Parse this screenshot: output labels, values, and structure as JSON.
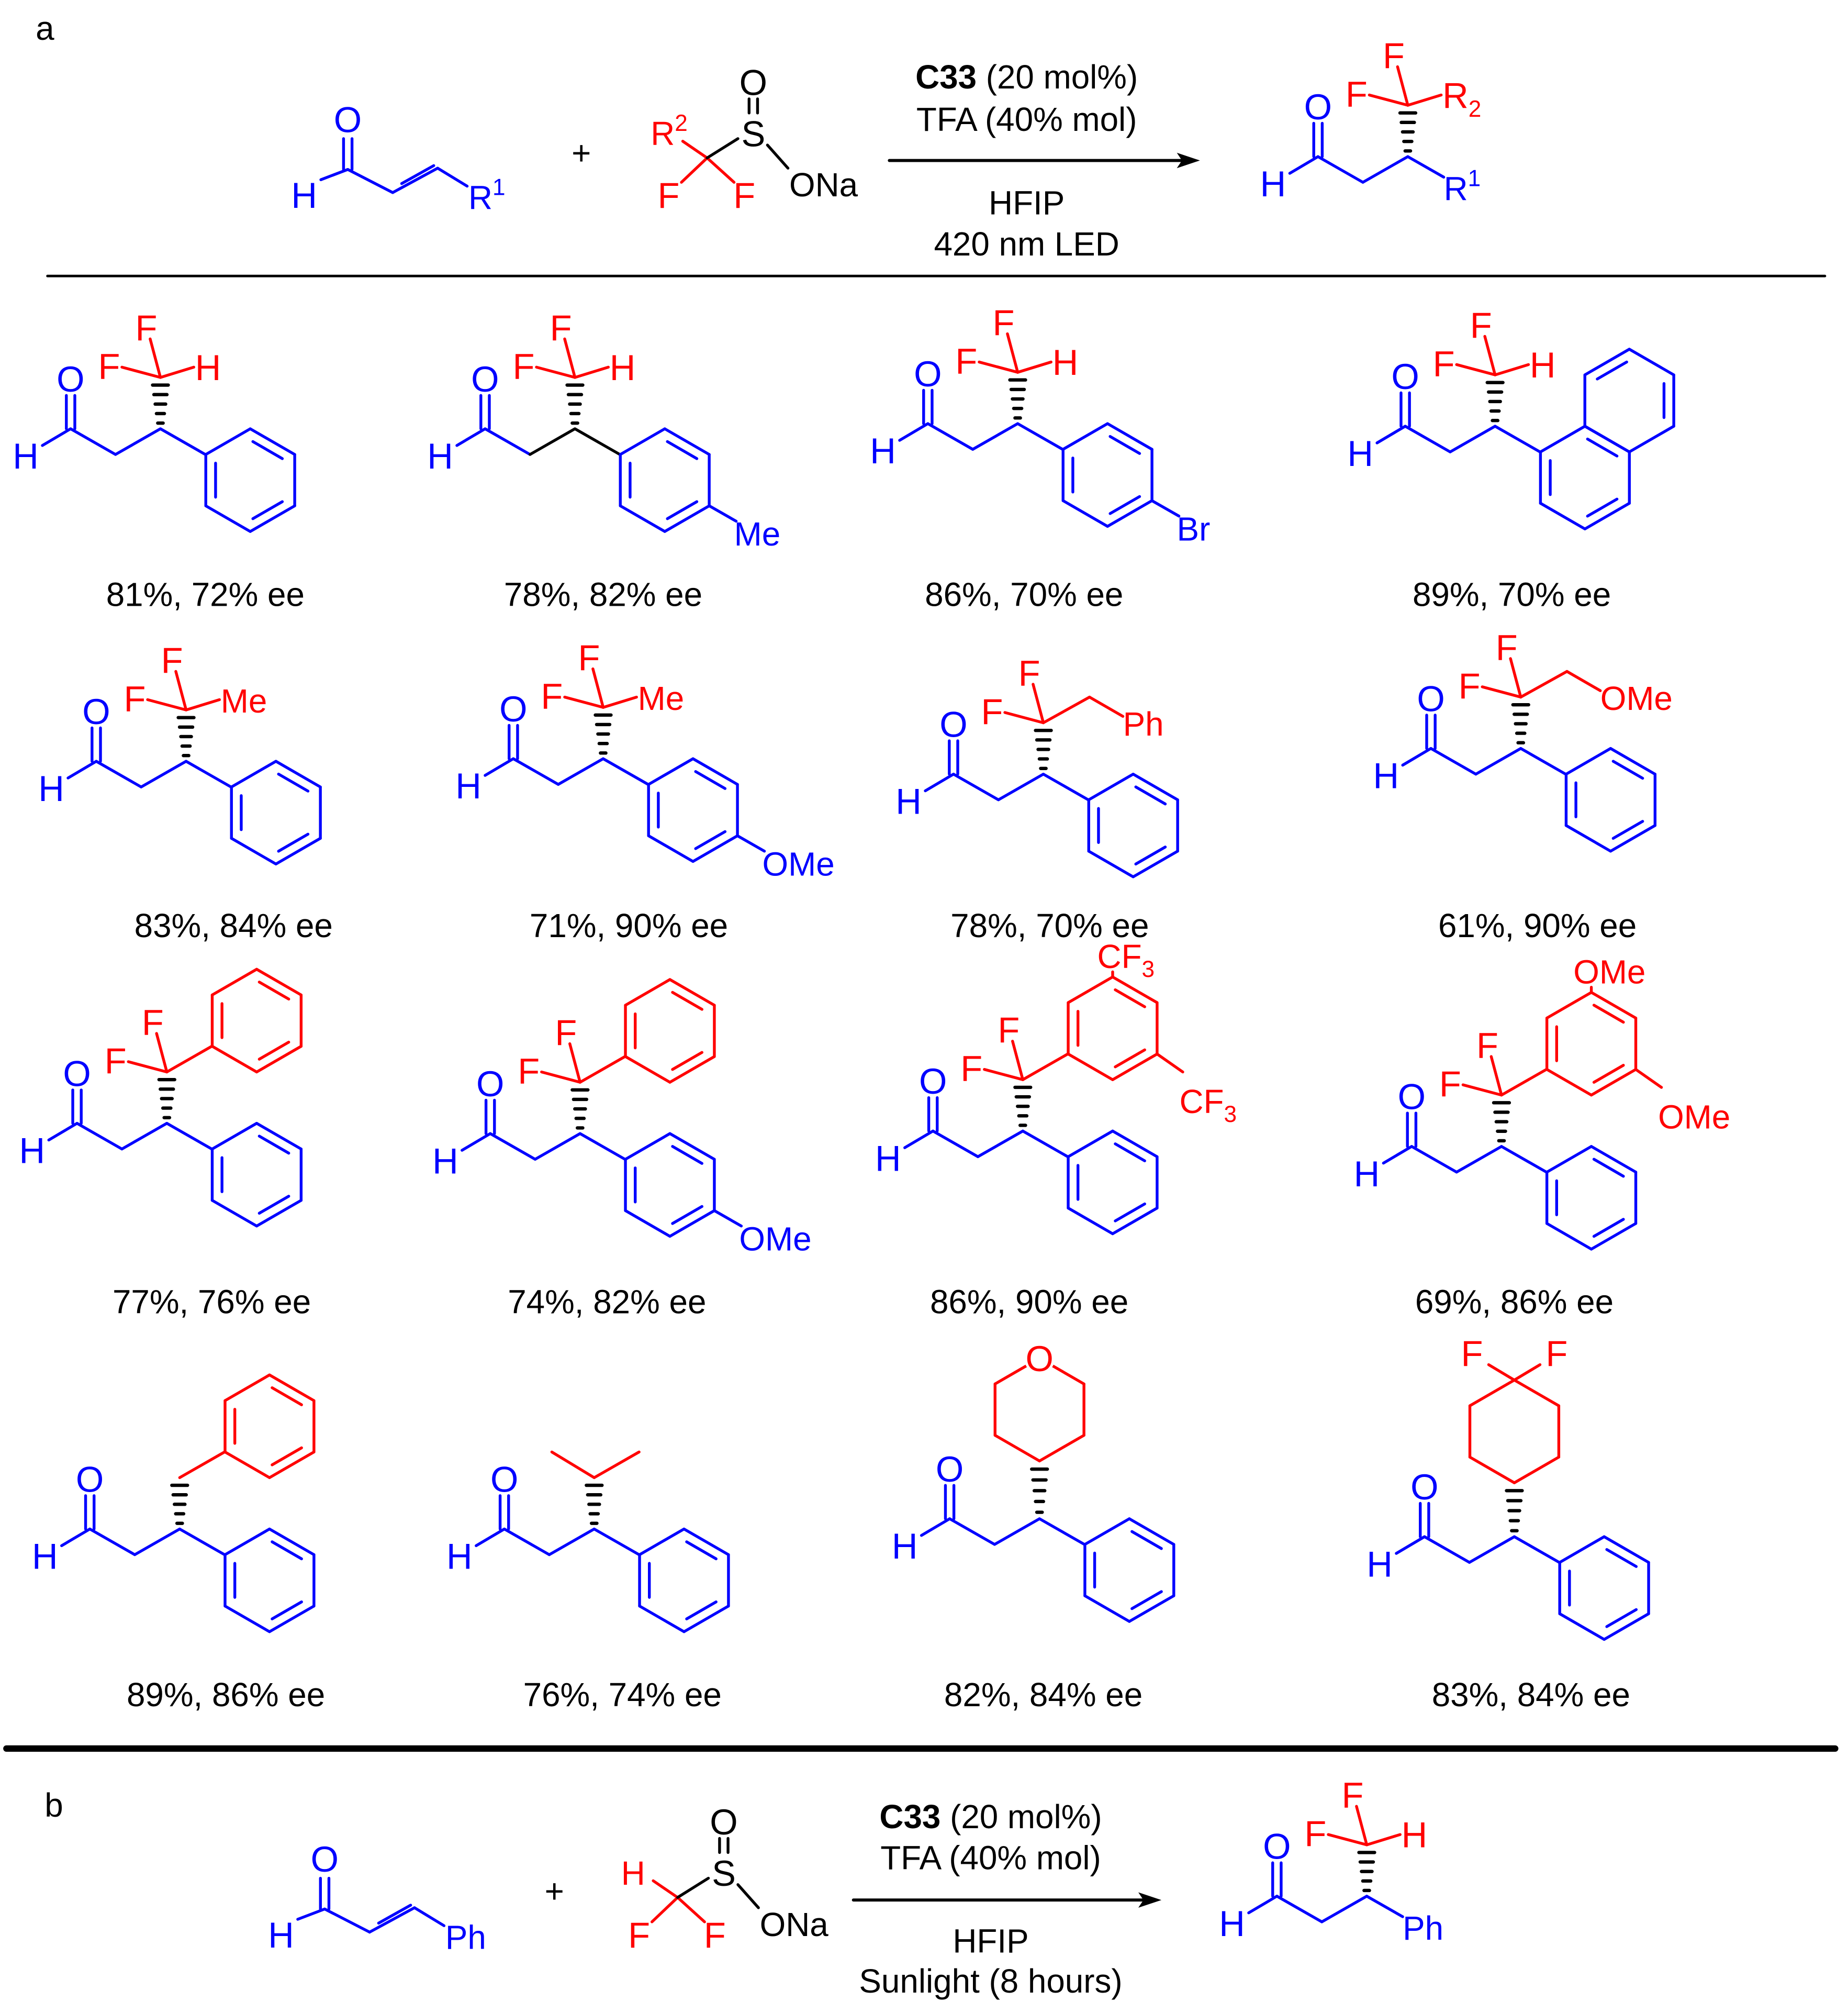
{
  "panel_labels": {
    "a": "a",
    "b": "b"
  },
  "colors": {
    "substrate": "#0000FF",
    "reagent": "#FF0000",
    "text": "#000000"
  },
  "atoms": {
    "O": "O",
    "H": "H",
    "F": "F",
    "S": "S",
    "ONa": "ONa",
    "R": "R",
    "Ph": "Ph",
    "Me": "Me",
    "OMe": "OMe",
    "Br": "Br",
    "CF": "CF",
    "one": "1",
    "two": "2",
    "three": "3"
  },
  "scheme_a": {
    "plus": "+",
    "catalyst": "C33",
    "catalyst_loading": " (20 mol%)",
    "acid": "TFA (40% mol)",
    "solvent": "HFIP",
    "light": "420 nm LED"
  },
  "scheme_b": {
    "plus": "+",
    "catalyst": "C33",
    "catalyst_loading": " (20 mol%)",
    "acid": "TFA (40% mol)",
    "solvent": "HFIP",
    "light": "Sunlight (8 hours)"
  },
  "products": [
    {
      "yield": "81%, 72% ee"
    },
    {
      "yield": "78%, 82% ee"
    },
    {
      "yield": "86%, 70% ee"
    },
    {
      "yield": "89%, 70% ee"
    },
    {
      "yield": "83%, 84% ee"
    },
    {
      "yield": "71%, 90% ee"
    },
    {
      "yield": "78%, 70% ee"
    },
    {
      "yield": "61%, 90% ee"
    },
    {
      "yield": "77%, 76% ee"
    },
    {
      "yield": "74%, 82% ee"
    },
    {
      "yield": "86%, 90% ee"
    },
    {
      "yield": "69%, 86% ee"
    },
    {
      "yield": "89%, 86% ee"
    },
    {
      "yield": "76%, 74% ee"
    },
    {
      "yield": "82%, 84% ee"
    },
    {
      "yield": "83%, 84% ee"
    }
  ]
}
